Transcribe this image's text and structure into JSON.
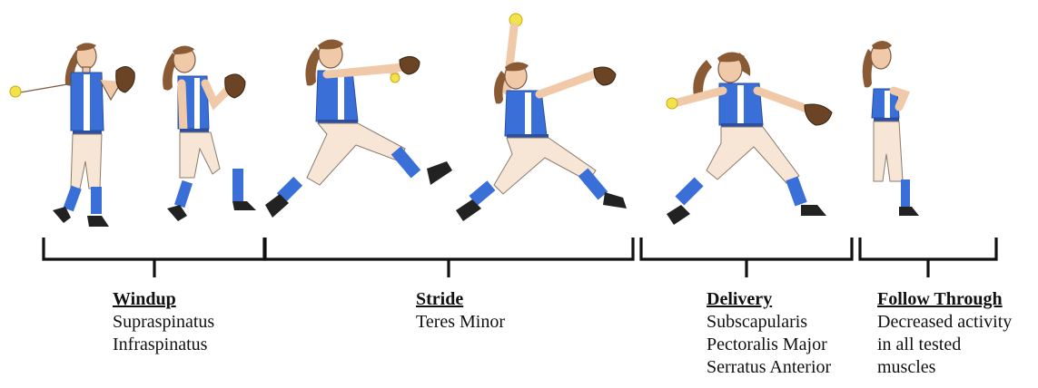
{
  "phases": [
    {
      "title": "Windup",
      "muscles": [
        "Supraspinatus",
        "Infraspinatus"
      ]
    },
    {
      "title": "Stride",
      "muscles": [
        "Teres Minor"
      ]
    },
    {
      "title": "Delivery",
      "muscles": [
        "Subscapularis",
        "Pectoralis Major",
        "Serratus Anterior"
      ]
    },
    {
      "title": "Follow Through",
      "muscles": [
        "Decreased activity",
        "in all tested",
        "muscles"
      ]
    }
  ],
  "colors": {
    "jersey": "#3b6fd8",
    "pants": "#f7e6d6",
    "ball": "#f2e34a",
    "glove": "#6b4426",
    "hair": "#8a5a35"
  }
}
